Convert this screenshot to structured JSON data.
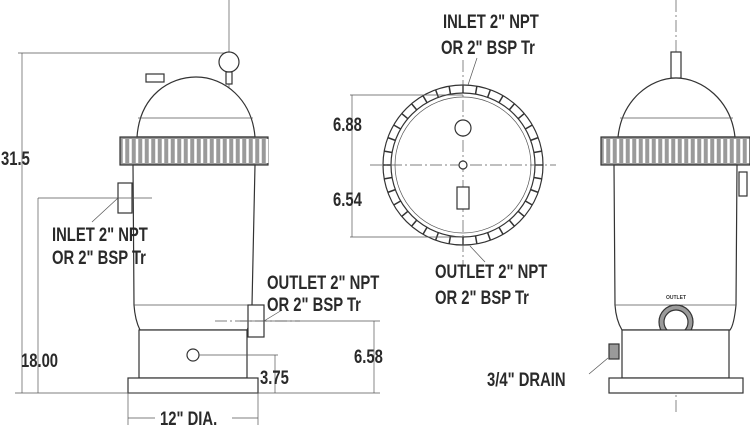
{
  "side_view": {
    "height_total": "31.5",
    "inlet_height": "18.00",
    "inlet_label_line1": "INLET 2\" NPT",
    "inlet_label_line2": "OR 2\" BSP Tr",
    "outlet_label_line1": "OUTLET 2\" NPT",
    "outlet_label_line2": "OR 2\" BSP Tr",
    "outlet_height": "6.58",
    "drain_height": "3.75",
    "diameter": "12\" DIA."
  },
  "top_view": {
    "inlet_label_line1": "INLET 2\" NPT",
    "inlet_label_line2": "OR 2\" BSP Tr",
    "dim_upper": "6.88",
    "dim_lower": "6.54",
    "outlet_label_line1": "OUTLET 2\" NPT",
    "outlet_label_line2": "OR 2\" BSP Tr"
  },
  "front_view": {
    "outlet_tag": "OUTLET",
    "drain_label": "3/4\" DRAIN"
  }
}
